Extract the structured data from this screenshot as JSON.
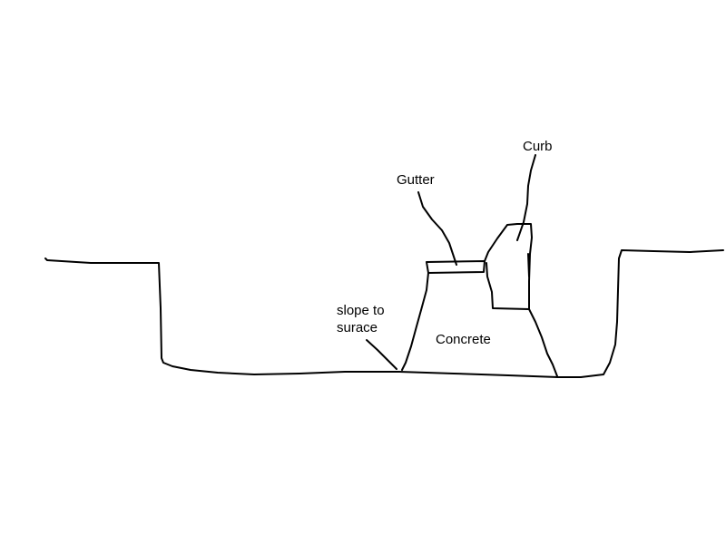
{
  "labels": {
    "curb": "Curb",
    "gutter": "Gutter",
    "slope_line1": "slope to",
    "slope_line2": "surace",
    "concrete": "Concrete"
  },
  "colors": {
    "ink": "#000000",
    "background": "#ffffff"
  }
}
